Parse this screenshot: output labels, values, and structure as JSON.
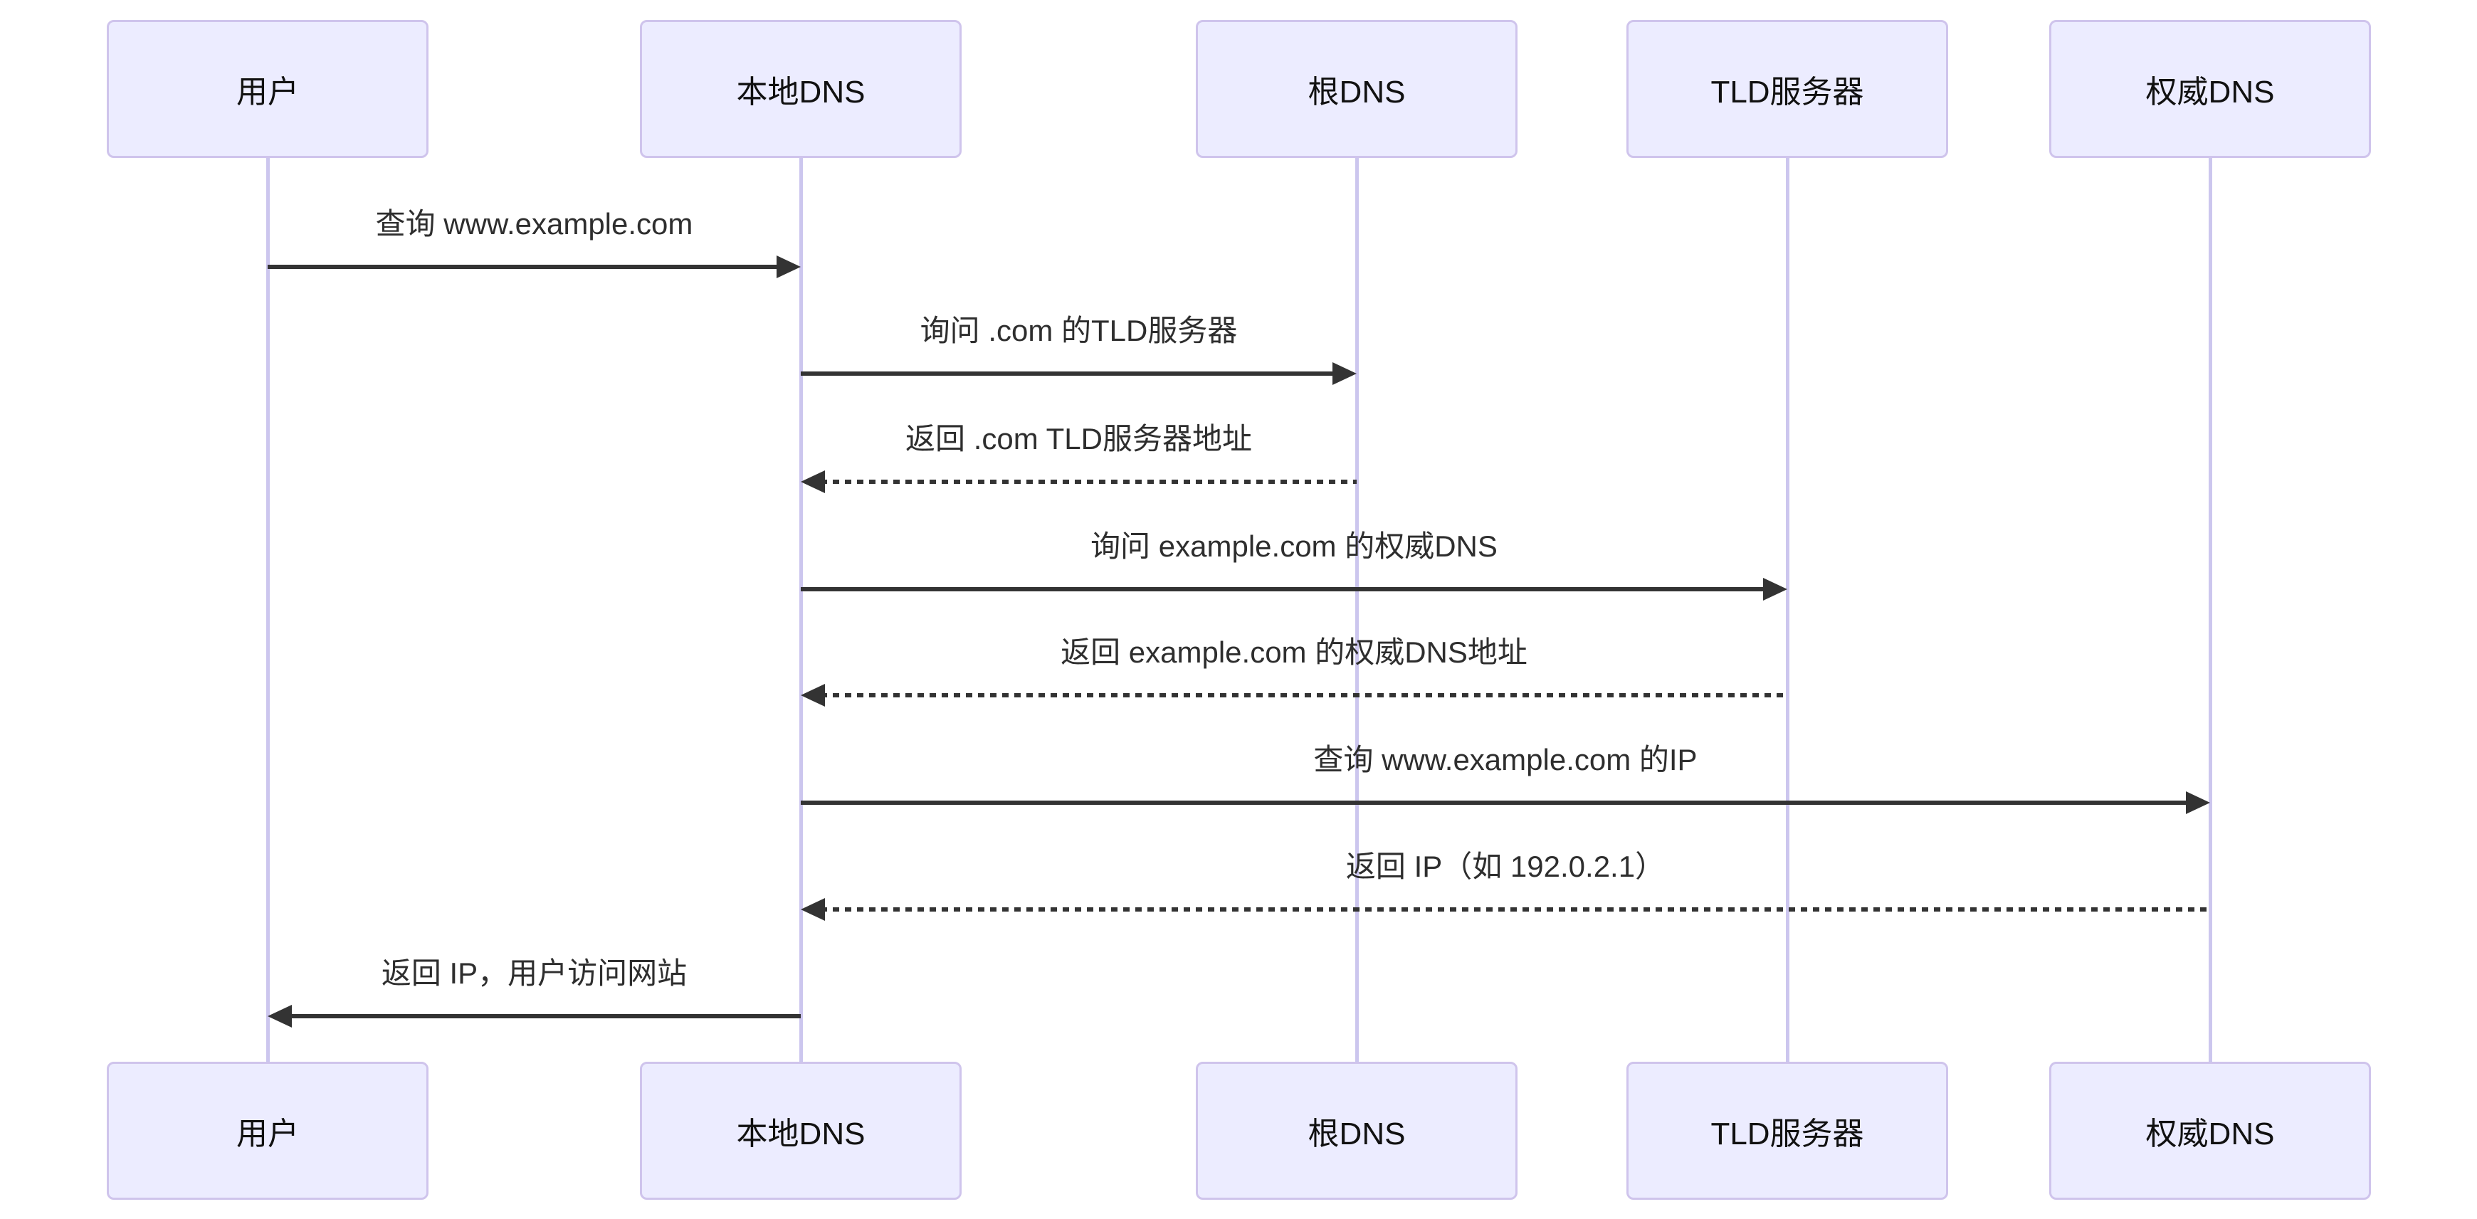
{
  "diagram_type": "sequence-diagram",
  "topic": "DNS",
  "actors": [
    {
      "id": "user",
      "label": "用户"
    },
    {
      "id": "local-dns",
      "label": "本地DNS"
    },
    {
      "id": "root-dns",
      "label": "根DNS"
    },
    {
      "id": "tld-server",
      "label": "TLD服务器"
    },
    {
      "id": "auth-dns",
      "label": "权威DNS"
    }
  ],
  "messages": [
    {
      "from": "user",
      "to": "local-dns",
      "text": "查询 www.example.com",
      "line": "solid"
    },
    {
      "from": "local-dns",
      "to": "root-dns",
      "text": "询问 .com 的TLD服务器",
      "line": "solid"
    },
    {
      "from": "root-dns",
      "to": "local-dns",
      "text": "返回 .com TLD服务器地址",
      "line": "dashed"
    },
    {
      "from": "local-dns",
      "to": "tld-server",
      "text": "询问 example.com 的权威DNS",
      "line": "solid"
    },
    {
      "from": "tld-server",
      "to": "local-dns",
      "text": "返回 example.com 的权威DNS地址",
      "line": "dashed"
    },
    {
      "from": "local-dns",
      "to": "auth-dns",
      "text": "查询 www.example.com 的IP",
      "line": "solid"
    },
    {
      "from": "auth-dns",
      "to": "local-dns",
      "text": "返回 IP（如 192.0.2.1）",
      "line": "dashed"
    },
    {
      "from": "local-dns",
      "to": "user",
      "text": "返回 IP，用户访问网站",
      "line": "solid"
    }
  ],
  "colors": {
    "background": "#ffffff",
    "actor_fill": "#ECECFF",
    "actor_border": "#CFC4EC",
    "lifeline": "#CCC6EE",
    "message": "#333333",
    "text": "#111111"
  }
}
